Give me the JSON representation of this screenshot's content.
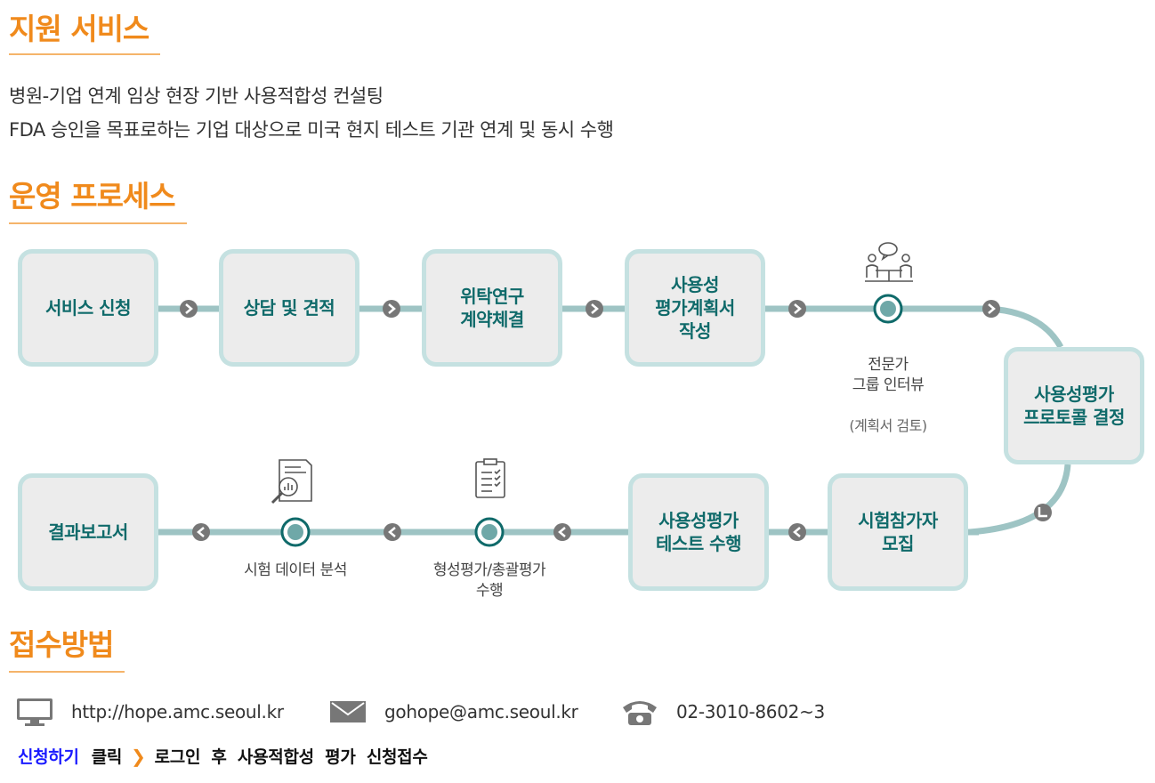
{
  "sections": {
    "support_title": "지원 서비스",
    "process_title": "운영 프로세스",
    "apply_title": "접수방법"
  },
  "intro": {
    "line1": "병원-기업 연계 임상 현장 기반 사용적합성 컨설팅",
    "line2": "FDA 승인을 목표로하는 기업 대상으로 미국 현지 테스트 기관 연계 및 동시 수행"
  },
  "process": {
    "steps": [
      "서비스 신청",
      "상담 및 견적",
      "위탁연구\n계약체결",
      "사용성\n평가계획서\n작성",
      "사용성평가\n프로토콜 결정",
      "시험참가자\n모집",
      "사용성평가\n테스트 수행",
      "결과보고서"
    ],
    "nodes": [
      {
        "label": "전문가\n그룹 인터뷰",
        "sub": "(계획서 검토)",
        "icon": "interview-icon"
      },
      {
        "label": "형성평가/총괄평가\n수행",
        "sub": "",
        "icon": "clipboard-icon"
      },
      {
        "label": "시험 데이터 분석",
        "sub": "",
        "icon": "data-analysis-icon"
      }
    ],
    "colors": {
      "line": "#9ec4c4",
      "box_border": "#c5e1e1",
      "box_fill": "#ececec",
      "text": "#0f6a6a",
      "arrow": "#777777"
    }
  },
  "contact": {
    "web": {
      "icon": "monitor-icon",
      "text": "http://hope.amc.seoul.kr"
    },
    "email": {
      "icon": "envelope-icon",
      "text": "gohope@amc.seoul.kr"
    },
    "phone": {
      "icon": "phone-icon",
      "text": "02-3010-8602~3"
    }
  },
  "apply": {
    "link_label": "신청하기",
    "click_label": "클릭",
    "arrow": "❯",
    "instruction": "로그인 후 사용적합성 평가 신청접수"
  },
  "colors": {
    "accent": "#f08a1c",
    "link": "#1a1aff"
  }
}
